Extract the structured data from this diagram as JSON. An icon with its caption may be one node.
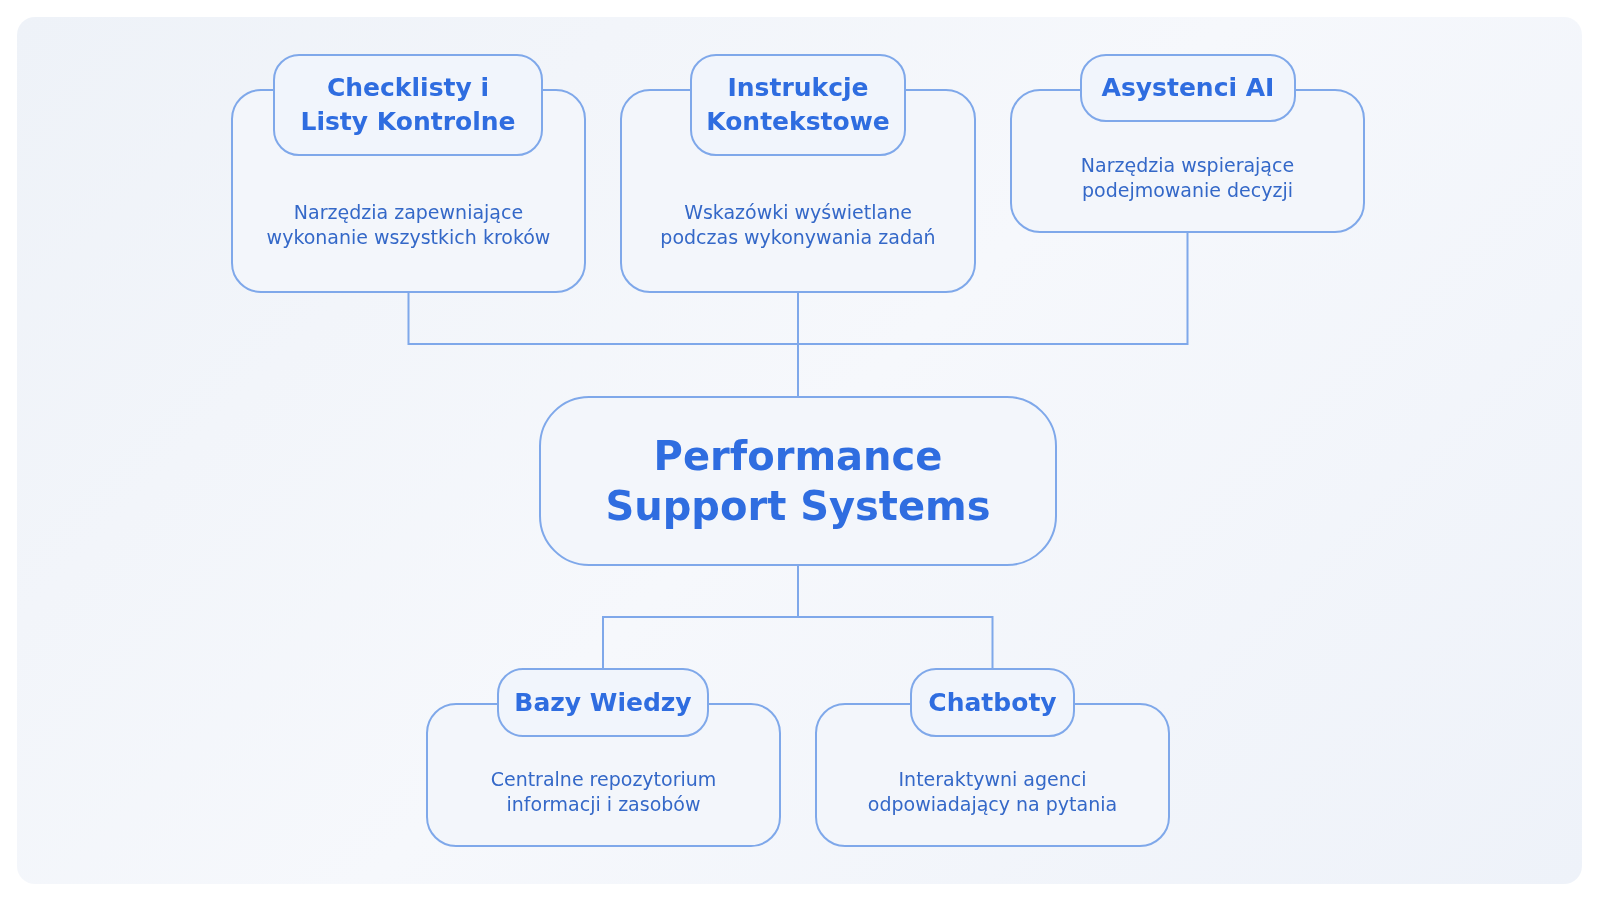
{
  "diagram": {
    "nodes": [
      {
        "text": [
          "Checklisty i Listy Kontrolne"
        ]
      },
      {
        "text": [
          "Narzędzia zapewniające wykonanie wszystkich kroków"
        ]
      },
      {
        "text": [
          "Instrukcje Kontekstowe"
        ]
      },
      {
        "text": [
          "Wskazówki wyświetlane podczas wykonywania zadań"
        ]
      },
      {
        "text": [
          "Asystenci AI"
        ]
      },
      {
        "text": [
          "Narzędzia wspierające podejmowanie decyzji"
        ]
      },
      {
        "text": [
          "Performance Support Systems"
        ]
      },
      {
        "text": [
          "Bazy Wiedzy"
        ]
      },
      {
        "text": [
          "Centralne repozytorium informacji i zasobów"
        ]
      },
      {
        "text": [
          "Chatboty"
        ]
      },
      {
        "text": [
          "Interaktywni agenci odpowiadający na pytania"
        ]
      }
    ],
    "edges": [
      {
        "from": 1,
        "to": 6,
        "arrow": "none"
      },
      {
        "from": 3,
        "to": 6,
        "arrow": "none"
      },
      {
        "from": 5,
        "to": 6,
        "arrow": "none"
      },
      {
        "from": 6,
        "to": 7,
        "arrow": "none"
      },
      {
        "from": 6,
        "to": 9,
        "arrow": "none"
      }
    ]
  }
}
